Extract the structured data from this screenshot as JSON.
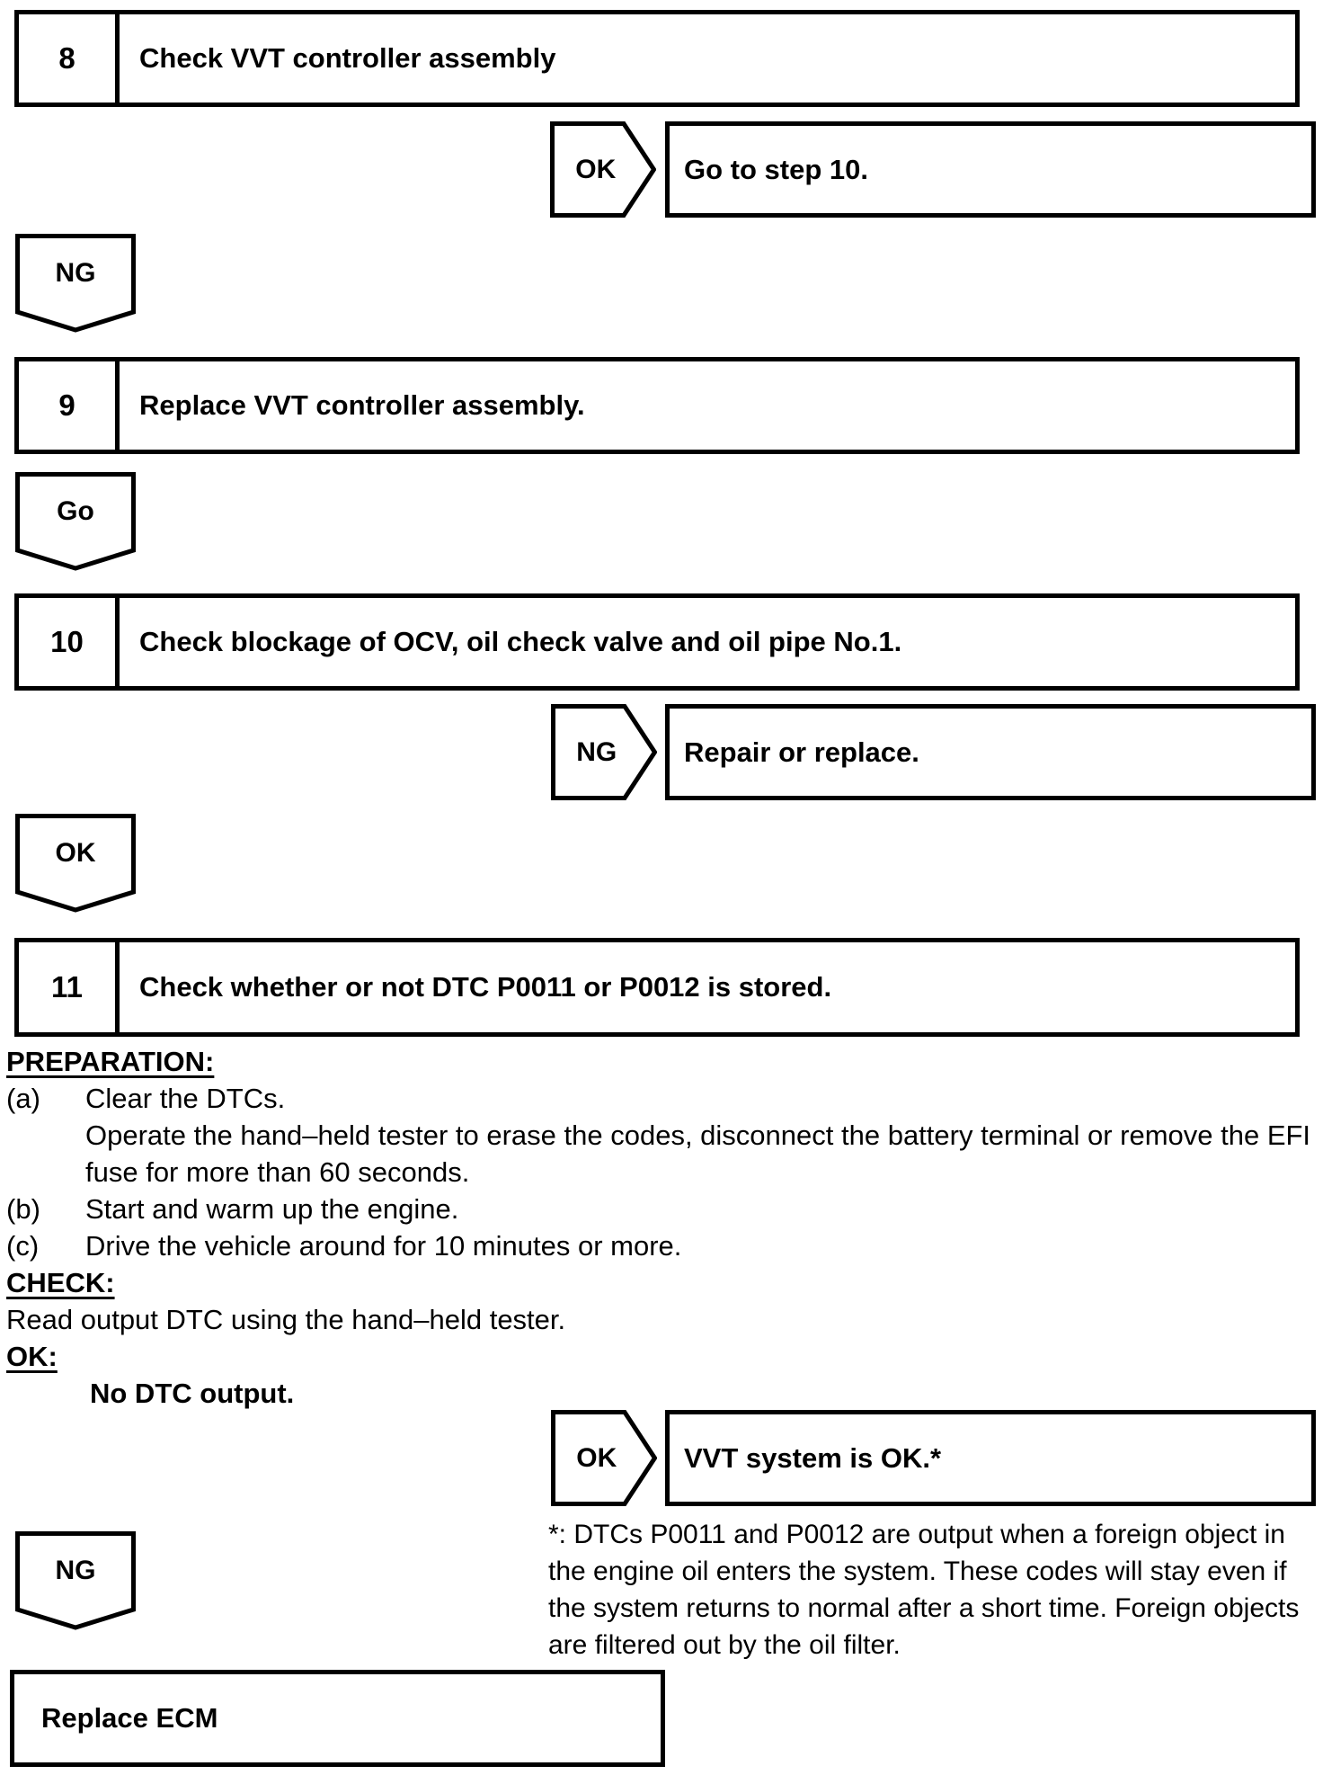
{
  "colors": {
    "ink": "#000000",
    "paper": "#ffffff"
  },
  "flow": {
    "step8": {
      "number": "8",
      "title": "Check VVT controller assembly"
    },
    "branch_after_step8": {
      "label": "OK",
      "result": "Go to step 10."
    },
    "connector_after_step8": {
      "label": "NG"
    },
    "step9": {
      "number": "9",
      "title": "Replace VVT controller assembly."
    },
    "connector_after_step9": {
      "label": "Go"
    },
    "step10": {
      "number": "10",
      "title": "Check blockage of OCV, oil check valve and oil pipe No.1."
    },
    "branch_after_step10": {
      "label": "NG",
      "result": "Repair or replace."
    },
    "connector_after_step10": {
      "label": "OK"
    },
    "step11": {
      "number": "11",
      "title": "Check whether or not DTC P0011 or P0012 is stored."
    },
    "branch_after_step11": {
      "label": "OK",
      "result": "VVT system is OK.*"
    },
    "connector_after_step11": {
      "label": "NG"
    },
    "final_action": {
      "title": "Replace ECM"
    }
  },
  "procedure": {
    "preparation_heading": "PREPARATION:",
    "items": [
      {
        "marker": "(a)",
        "lines": [
          "Clear the DTCs.",
          "Operate the hand–held tester to erase the codes, disconnect the battery terminal or remove the EFI",
          "fuse for more than 60 seconds."
        ]
      },
      {
        "marker": "(b)",
        "lines": [
          "Start and warm up the engine."
        ]
      },
      {
        "marker": "(c)",
        "lines": [
          "Drive the vehicle around for 10 minutes or more."
        ]
      }
    ],
    "check_heading": "CHECK:",
    "check_text": "Read output DTC using the hand–held tester.",
    "ok_heading": "OK:",
    "ok_text": "No DTC output."
  },
  "footnote": {
    "lines": [
      "*: DTCs P0011 and P0012 are output when a foreign object in",
      "the engine oil enters the system. These codes will stay even if",
      "the system returns to normal after a short time. Foreign objects",
      "are filtered out by the oil filter."
    ]
  }
}
